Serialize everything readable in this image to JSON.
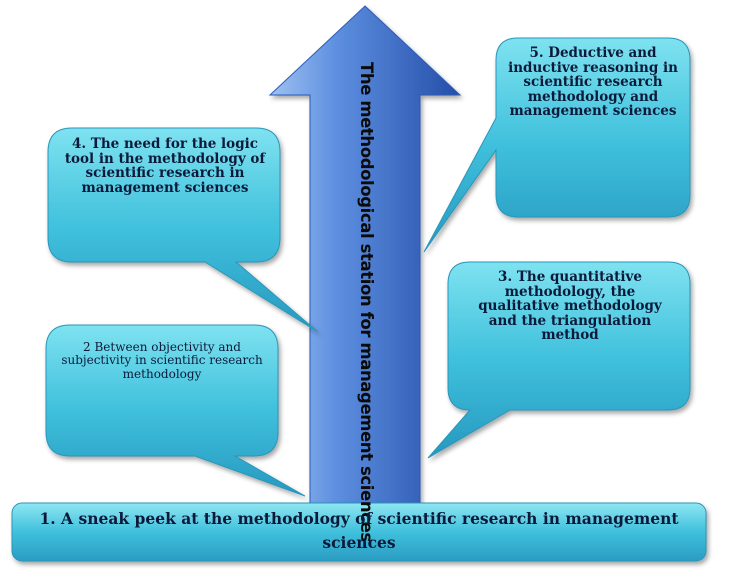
{
  "diagram": {
    "arrow_label": "The methodological station for management sciences",
    "box1_text": "1. A sneak peek at the methodology of scientific research in management sciences",
    "box2_text": "2 Between objectivity and subjectivity in scientific research methodology",
    "box3_text": "3. The quantitative methodology, the qualitative methodology and the triangulation method",
    "box4_text": "4. The need for the logic tool in the methodology of scientific research in management sciences",
    "box5_text": "5. Deductive and inductive reasoning in scientific research methodology and management sciences"
  },
  "colors": {
    "arrow_light": "#6b9ee6",
    "arrow_dark": "#1f4fa6",
    "bubble_light": "#5ad2e6",
    "bubble_dark": "#2a9ec4"
  }
}
